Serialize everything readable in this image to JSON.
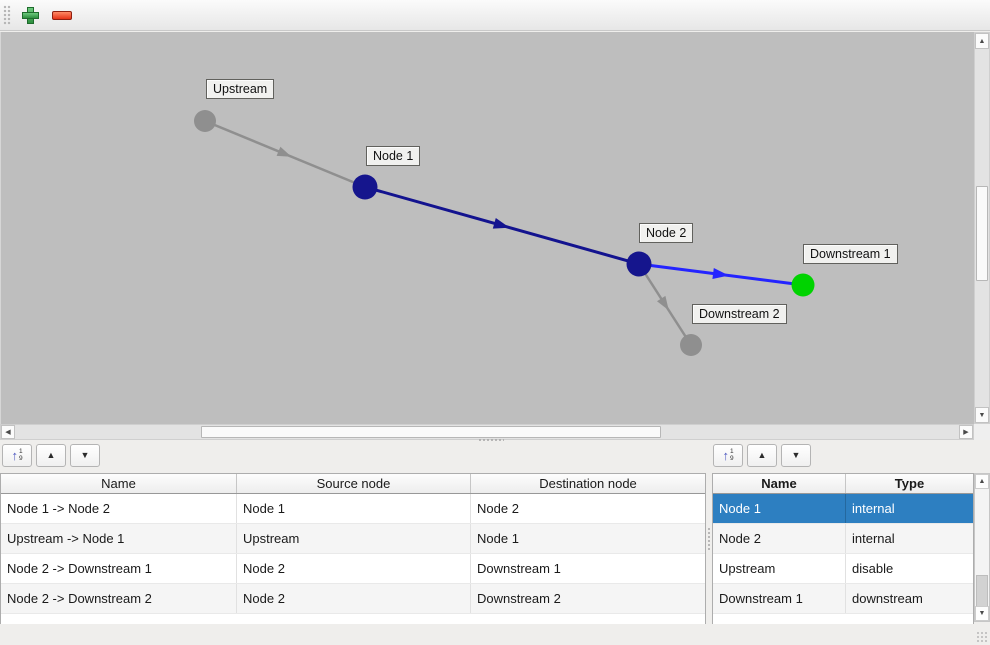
{
  "main_toolbar": {
    "buttons": [
      {
        "name": "add-node",
        "icon": "green-plus"
      },
      {
        "name": "remove-node",
        "icon": "red-minus"
      }
    ]
  },
  "canvas": {
    "background_color": "#bebebe",
    "nodes": [
      {
        "label": "Upstream",
        "color": "#8f8f8f"
      },
      {
        "label": "Node 1",
        "color": "#15158d"
      },
      {
        "label": "Node 2",
        "color": "#15158d"
      },
      {
        "label": "Downstream 1",
        "color": "#00d300"
      },
      {
        "label": "Downstream 2",
        "color": "#8f8f8f"
      }
    ],
    "edges": [
      {
        "from": "Upstream",
        "to": "Node 1",
        "color": "#8f8f8f"
      },
      {
        "from": "Node 1",
        "to": "Node 2",
        "color": "#13138f"
      },
      {
        "from": "Node 2",
        "to": "Downstream 1",
        "color": "#2424ff"
      },
      {
        "from": "Node 2",
        "to": "Downstream 2",
        "color": "#8f8f8f"
      }
    ]
  },
  "panel_toolbar": {
    "sort_arrow": "↑",
    "sort_digit_top": "1",
    "sort_digit_bottom": "9",
    "move_up": "▲",
    "move_down": "▼"
  },
  "scrollbar_glyphs": {
    "up": "▲",
    "down": "▼",
    "left": "◀",
    "right": "▶"
  },
  "edge_table": {
    "headers": [
      "Name",
      "Source node",
      "Destination node"
    ],
    "rows": [
      {
        "name": "Node 1 -> Node 2",
        "source": "Node 1",
        "destination": "Node 2"
      },
      {
        "name": "Upstream -> Node 1",
        "source": "Upstream",
        "destination": "Node 1"
      },
      {
        "name": "Node 2 -> Downstream 1",
        "source": "Node 2",
        "destination": "Downstream 1"
      },
      {
        "name": "Node 2 -> Downstream 2",
        "source": "Node 2",
        "destination": "Downstream 2"
      }
    ]
  },
  "node_table": {
    "headers": [
      "Name",
      "Type"
    ],
    "selected_row": "Node 1",
    "selection_color": "#2d7fc1",
    "rows": [
      {
        "name": "Node 1",
        "type": "internal"
      },
      {
        "name": "Node 2",
        "type": "internal"
      },
      {
        "name": "Upstream",
        "type": "disable"
      },
      {
        "name": "Downstream 1",
        "type": "downstream"
      }
    ]
  }
}
